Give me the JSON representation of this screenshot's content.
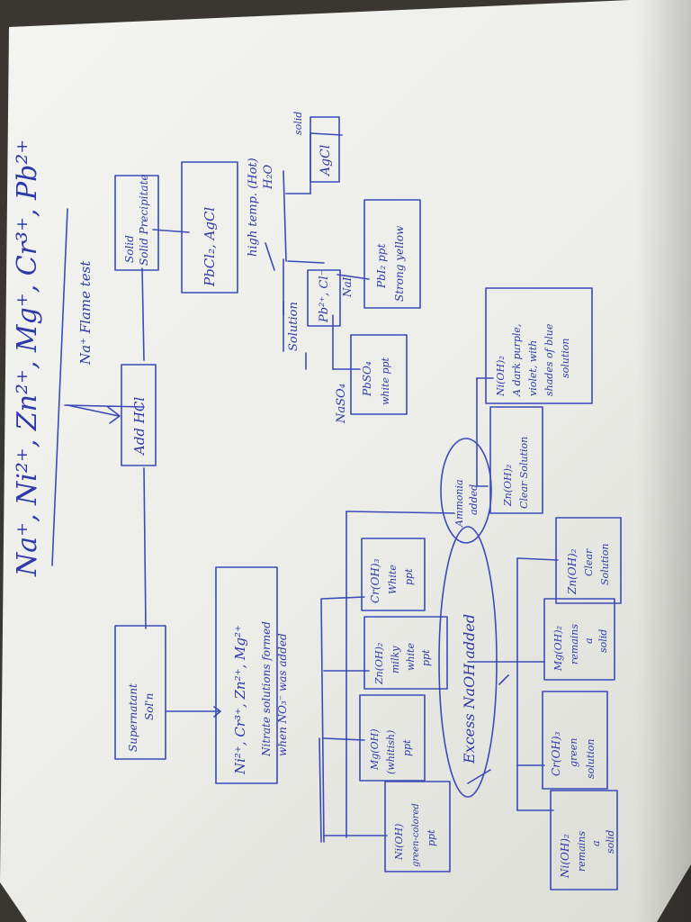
{
  "title": "Na⁺, Ni²⁺, Zn²⁺, Mg⁺, Cr³⁺, Pb²⁺",
  "flame_test": "Na⁺ Flame test",
  "add_hcl": "Add HCl",
  "solid_precipitate": "Solid Precipitate",
  "pbcl2_agcl": "PbCl₂, AgCl",
  "hot_water": [
    "high temp. (Hot)",
    "H₂O"
  ],
  "solid_label": "solid",
  "agcl": "AgCl",
  "solution_label": "Solution",
  "pb_cl": "Pb²⁺, Cl⁻",
  "nai_label": "NaI",
  "pbi2": [
    "PbI₂ ppt",
    "Strong yellow"
  ],
  "naso4_label": "NaSO₄",
  "pbso4": [
    "PbSO₄",
    "white ppt"
  ],
  "supernatant": [
    "Supernatant",
    "Sol'n"
  ],
  "cations_remaining": "Ni²⁺, Cr³⁺, Zn²⁺, Mg²⁺",
  "nitrate_note": [
    "Nitrate solutions formed",
    "when NO₃⁻ was added"
  ],
  "ammonia": [
    "Ammonia",
    "added"
  ],
  "ammonia_results": {
    "znoh2": [
      "Zn(OH)₂",
      "Clear Solution"
    ],
    "nioh2": [
      "Ni(OH)₂",
      "A dark purple,",
      "violet, with",
      "shades of blue",
      "solution"
    ]
  },
  "nitrate_results": {
    "cr": [
      "Cr(OH)₃",
      "White",
      "ppt"
    ],
    "zn": [
      "Zn(OH)₂",
      "milky",
      "white",
      "ppt"
    ],
    "mg": [
      "Mg(OH)",
      "(whitish)",
      "ppt"
    ],
    "ni": [
      "Ni(OH)",
      "green-colored",
      "ppt"
    ]
  },
  "excess_naoh": "Excess NaOH added",
  "naoh_results": {
    "zn": [
      "Zn(OH)₂",
      "Clear",
      "Solution"
    ],
    "mg": [
      "Mg(OH)₂",
      "remains",
      "a",
      "solid"
    ],
    "cr": [
      "Cr(OH)₃",
      "green",
      "solution"
    ],
    "ni": [
      "Ni(OH)₂",
      "remains",
      "a",
      "solid"
    ]
  }
}
